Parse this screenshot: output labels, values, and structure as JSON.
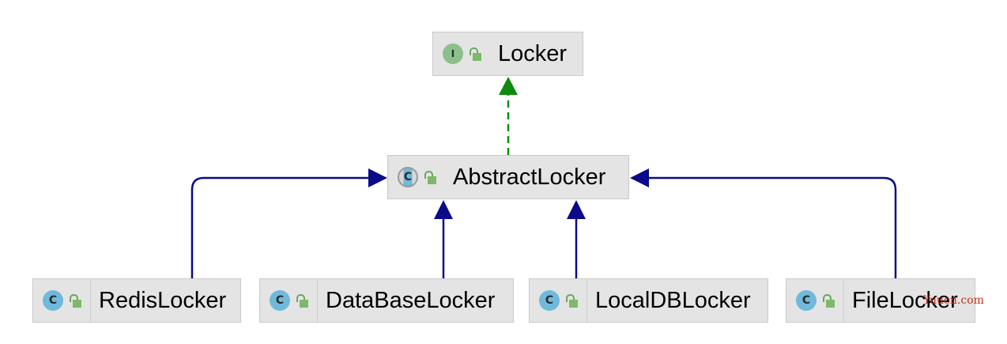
{
  "colors": {
    "inheritance_edge": "#0a0a8a",
    "realization_edge": "#0e8a0e",
    "node_fill": "#e4e4e4",
    "interface_badge": "#8cc08a",
    "class_badge": "#6fb9da",
    "lock_icon": "#7cb96a"
  },
  "nodes": {
    "locker": {
      "name": "Locker",
      "badge": "I",
      "kind_icon": "interface-icon"
    },
    "abstract_locker": {
      "name": "AbstractLocker",
      "badge": "C",
      "kind_icon": "abstract-class-icon"
    },
    "redis_locker": {
      "name": "RedisLocker",
      "badge": "C",
      "kind_icon": "class-icon"
    },
    "database_locker": {
      "name": "DataBaseLocker",
      "badge": "C",
      "kind_icon": "class-icon"
    },
    "localdb_locker": {
      "name": "LocalDBLocker",
      "badge": "C",
      "kind_icon": "class-icon"
    },
    "file_locker": {
      "name": "FileLocker",
      "badge": "C",
      "kind_icon": "class-icon"
    }
  },
  "edges": [
    {
      "from": "AbstractLocker",
      "to": "Locker",
      "type": "realization"
    },
    {
      "from": "RedisLocker",
      "to": "AbstractLocker",
      "type": "inheritance"
    },
    {
      "from": "DataBaseLocker",
      "to": "AbstractLocker",
      "type": "inheritance"
    },
    {
      "from": "LocalDBLocker",
      "to": "AbstractLocker",
      "type": "inheritance"
    },
    {
      "from": "FileLocker",
      "to": "AbstractLocker",
      "type": "inheritance"
    }
  ],
  "watermark": "Yuucn.com"
}
